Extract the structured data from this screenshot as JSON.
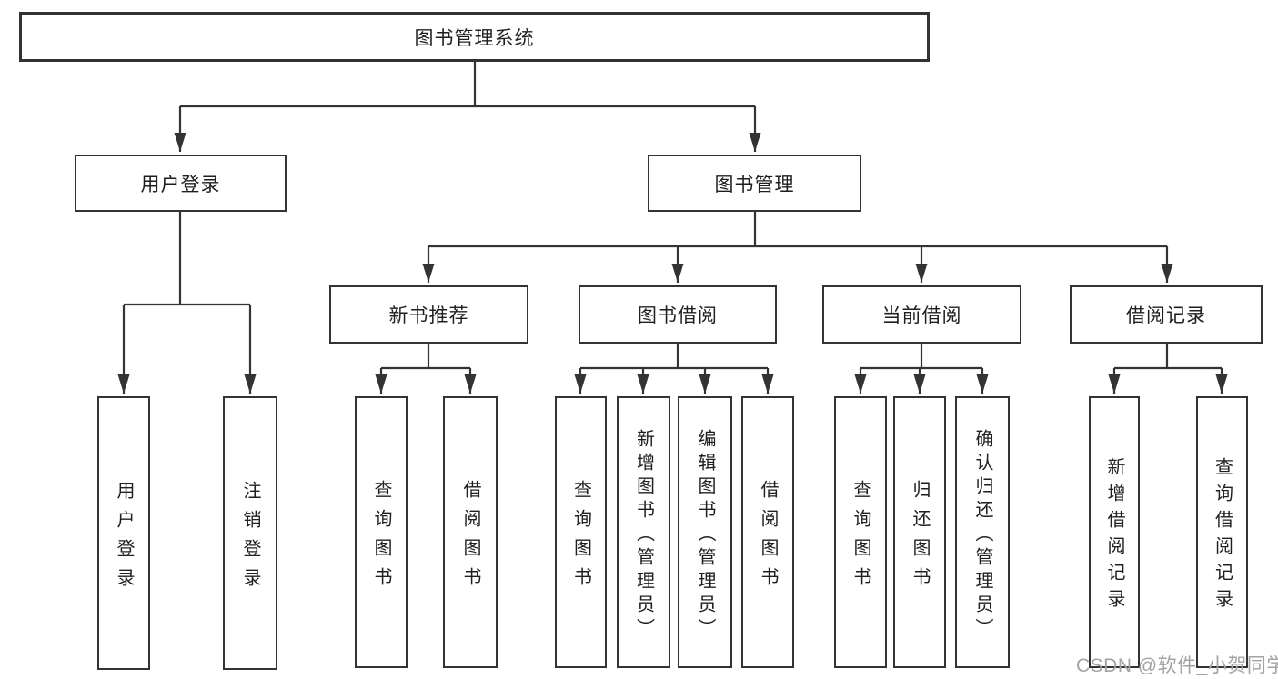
{
  "colors": {
    "line": "#333333",
    "text": "#1f1f1f",
    "background": "#ffffff",
    "watermark": "#a3a3a3"
  },
  "root": {
    "label": "图书管理系统"
  },
  "branches": {
    "user_login": {
      "label": "用户登录",
      "children": {
        "login": "用户登录",
        "logout": "注销登录"
      }
    },
    "book_management": {
      "label": "图书管理",
      "sections": {
        "new_book_recommend": {
          "label": "新书推荐",
          "children": {
            "query_books": "查询图书",
            "borrow_books": "借阅图书"
          }
        },
        "book_borrowing": {
          "label": "图书借阅",
          "children": {
            "query_books": "查询图书",
            "add_books": "新增图书（管理员）",
            "edit_books": "编辑图书（管理员）",
            "borrow_books": "借阅图书"
          }
        },
        "current_borrowing": {
          "label": "当前借阅",
          "children": {
            "query_books": "查询图书",
            "return_books": "归还图书",
            "confirm_return": "确认归还（管理员）"
          }
        },
        "borrowing_records": {
          "label": "借阅记录",
          "children": {
            "add_record": "新增借阅记录",
            "query_record": "查询借阅记录"
          }
        }
      }
    }
  },
  "watermark": {
    "text": "CSDN @软件_小贺同学"
  }
}
